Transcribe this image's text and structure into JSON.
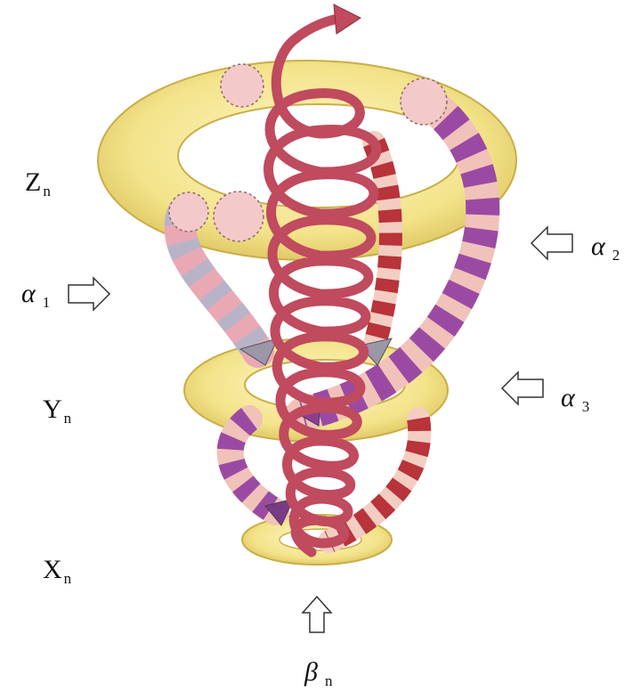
{
  "labels": {
    "z": {
      "main": "Z",
      "sub": "n"
    },
    "y": {
      "main": "Y",
      "sub": "n"
    },
    "x": {
      "main": "X",
      "sub": "n"
    },
    "alpha1": {
      "main": "α",
      "sub": "1"
    },
    "alpha2": {
      "main": "α",
      "sub": "2"
    },
    "alpha3": {
      "main": "α",
      "sub": "3"
    },
    "beta": {
      "main": "β",
      "sub": "n"
    }
  },
  "colors": {
    "ring_fill": "#f3e38a",
    "ring_shade": "#d9c15a",
    "spiral": "#c04a5e",
    "tube_pink": "#e9a9b4",
    "tube_purple": "#9b4aa3",
    "tube_red": "#b8333a",
    "tube_grey": "#b9b3c8",
    "arrow_outline": "#333333"
  }
}
